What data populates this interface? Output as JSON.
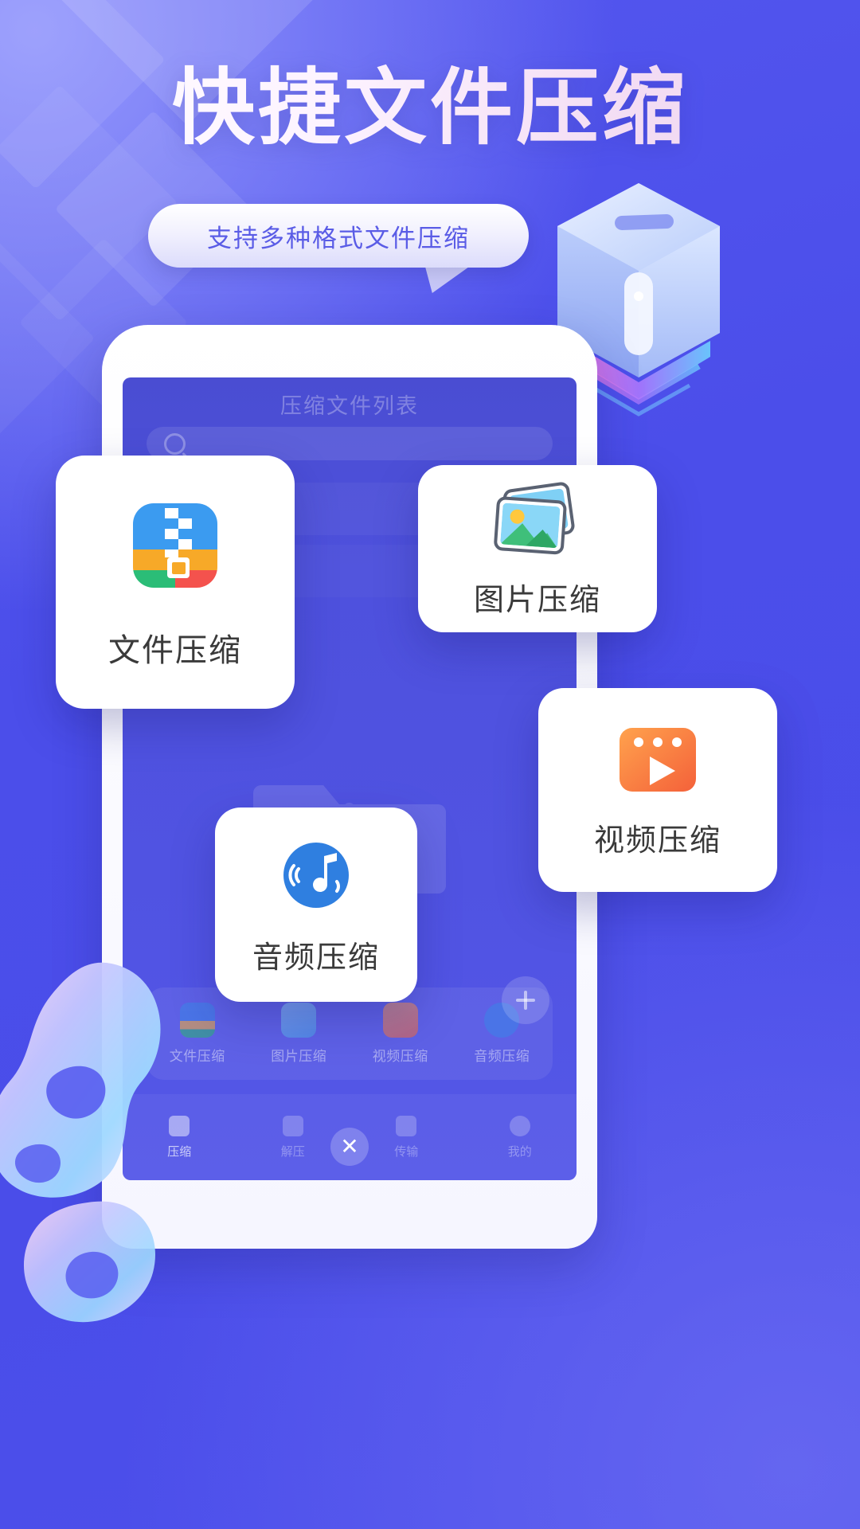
{
  "header": {
    "title": "快捷文件压缩",
    "subtitle": "支持多种格式文件压缩"
  },
  "colors": {
    "bg_start": "#5457ef",
    "bg_end": "#4a4de9",
    "title_gradient_start": "#ffffff",
    "title_gradient_end": "#efd4ef",
    "pill_text": "#5a5ce6",
    "card_label": "#3a3a3a",
    "screen_bg": "#4e51dd",
    "accent_blue": "#3b85e8",
    "accent_orange": "#f88a2e",
    "accent_green": "#2bb673",
    "accent_red": "#f2504b",
    "accent_yellow": "#f9b134"
  },
  "phone": {
    "screen_title": "压缩文件列表",
    "search_placeholder": "",
    "search_icon": "search-icon",
    "fab_icon": "plus-icon",
    "close_icon": "close-icon",
    "tabs": [
      {
        "label": "文件压缩",
        "icon": "file-compress-icon"
      },
      {
        "label": "图片压缩",
        "icon": "image-compress-icon"
      },
      {
        "label": "视频压缩",
        "icon": "video-compress-icon"
      },
      {
        "label": "音频压缩",
        "icon": "audio-compress-icon"
      }
    ],
    "nav": [
      {
        "label": "压缩",
        "icon": "compress-icon",
        "active": true
      },
      {
        "label": "解压",
        "icon": "extract-icon",
        "active": false
      },
      {
        "label": "传输",
        "icon": "transfer-icon",
        "active": false
      },
      {
        "label": "我的",
        "icon": "profile-icon",
        "active": false
      }
    ]
  },
  "cards": [
    {
      "id": "file",
      "label": "文件压缩",
      "icon": "file-compress-icon"
    },
    {
      "id": "image",
      "label": "图片压缩",
      "icon": "image-compress-icon"
    },
    {
      "id": "video",
      "label": "视频压缩",
      "icon": "video-compress-icon"
    },
    {
      "id": "audio",
      "label": "音频压缩",
      "icon": "audio-compress-icon"
    }
  ],
  "decor": {
    "cube_icon": "3d-compression-cube",
    "blob_icon": "iridescent-blob",
    "diamond_icon": "diamond-shape"
  }
}
